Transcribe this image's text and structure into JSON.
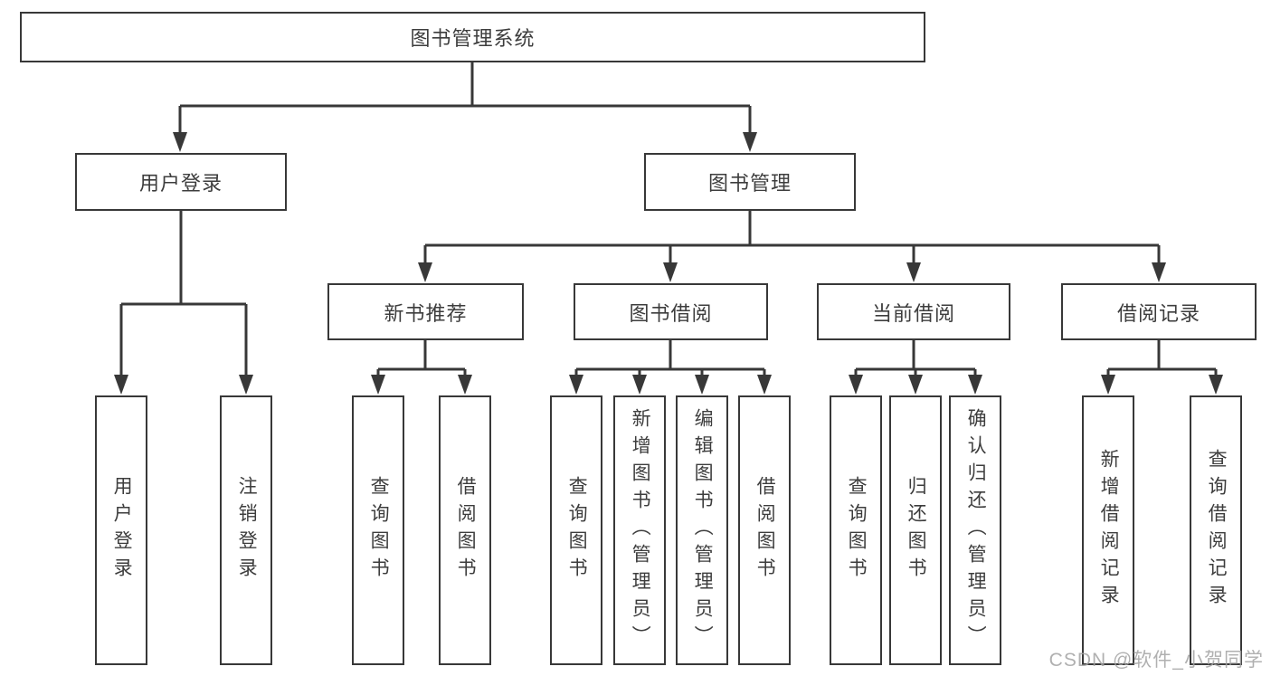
{
  "diagram": {
    "type": "hierarchy-tree",
    "root": {
      "label": "图书管理系统",
      "children": [
        {
          "label": "用户登录",
          "children": [
            {
              "label": "用户登录"
            },
            {
              "label": "注销登录"
            }
          ]
        },
        {
          "label": "图书管理",
          "children": [
            {
              "label": "新书推荐",
              "children": [
                {
                  "label": "查询图书"
                },
                {
                  "label": "借阅图书"
                }
              ]
            },
            {
              "label": "图书借阅",
              "children": [
                {
                  "label": "查询图书"
                },
                {
                  "label": "新增图书（管理员）"
                },
                {
                  "label": "编辑图书（管理员）"
                },
                {
                  "label": "借阅图书"
                }
              ]
            },
            {
              "label": "当前借阅",
              "children": [
                {
                  "label": "查询图书"
                },
                {
                  "label": "归还图书"
                },
                {
                  "label": "确认归还（管理员）"
                }
              ]
            },
            {
              "label": "借阅记录",
              "children": [
                {
                  "label": "新增借阅记录"
                },
                {
                  "label": "查询借阅记录"
                }
              ]
            }
          ]
        }
      ]
    },
    "colors": {
      "line": "#383838",
      "box_border": "#383838",
      "text": "#3d3d3d",
      "background": "#ffffff",
      "watermark": "#a3a3a3"
    }
  },
  "watermark": {
    "text": "CSDN @软件_小贺同学"
  }
}
